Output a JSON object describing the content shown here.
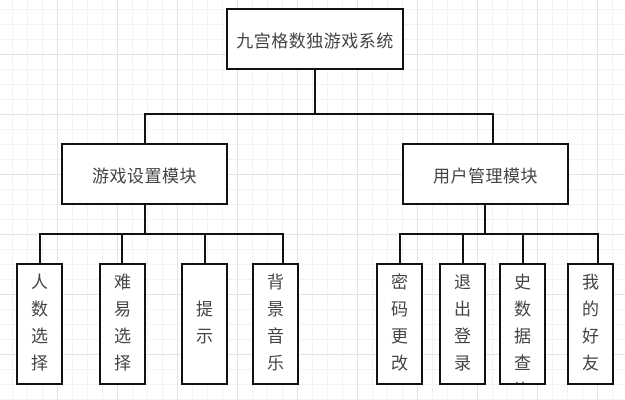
{
  "diagram": {
    "type": "hierarchy",
    "root": {
      "label": "九宫格数独游戏系统",
      "children": [
        {
          "label": "游戏设置模块",
          "children": [
            "人数选择",
            "难易选择",
            "提示",
            "背景音乐"
          ]
        },
        {
          "label": "用户管理模块",
          "children": [
            "密码更改",
            "退出登录",
            "历史数据查询",
            "我的好友"
          ]
        }
      ]
    }
  },
  "nodes": {
    "root": "九宫格数独游戏系统",
    "game_settings": "游戏设置模块",
    "user_management": "用户管理模块",
    "player_count": "人数选择",
    "difficulty": "难易选择",
    "hint": "提示",
    "background_music": "背景音乐",
    "change_password": "密码更改",
    "logout": "退出登录",
    "history_query": "历史数据查询",
    "my_friends": "我的好友"
  },
  "colors": {
    "line": "#111111",
    "text": "#444444",
    "grid_major": "#e3e3e3",
    "grid_minor": "#f3f3f3"
  }
}
